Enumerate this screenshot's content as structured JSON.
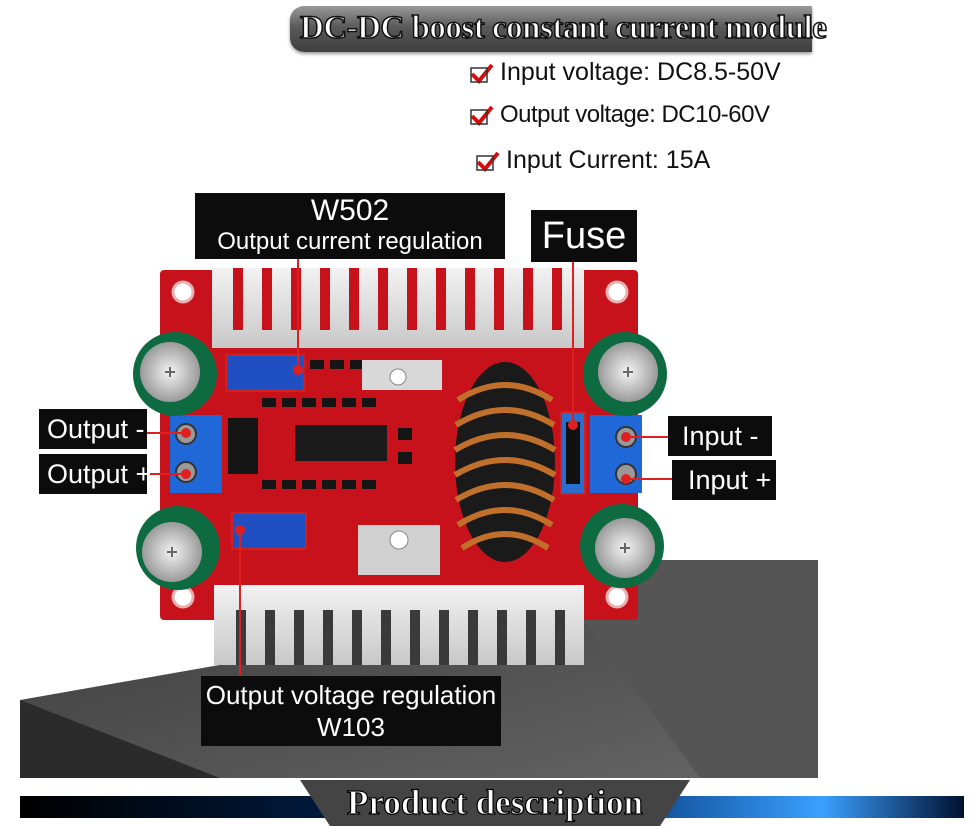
{
  "header": {
    "title": "DC-DC boost constant current module"
  },
  "specs": [
    {
      "text": "Input voltage:  DC8.5-50V"
    },
    {
      "text": "Output voltage:  DC10-60V"
    },
    {
      "text": "Input Current:  15A"
    }
  ],
  "labels": {
    "w502_code": "W502",
    "w502_desc": "Output current regulation",
    "fuse": "Fuse",
    "output_minus": "Output -",
    "output_plus": "Output +",
    "input_minus": "Input -",
    "input_plus": "Input +",
    "w103_desc": "Output voltage regulation",
    "w103_code": "W103"
  },
  "footer": {
    "title": "Product description"
  },
  "colors": {
    "pcb": "#c8121b",
    "label_bg": "#0c0c0c",
    "check": "#d01010",
    "wire": "#e02020"
  }
}
